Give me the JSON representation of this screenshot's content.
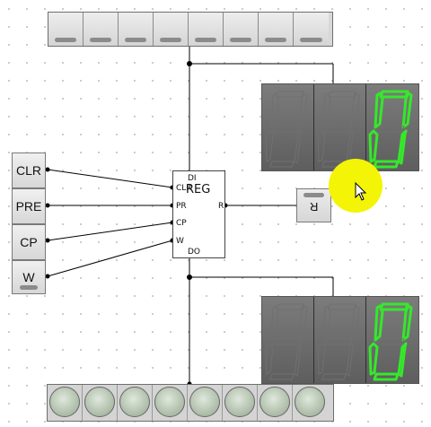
{
  "colors": {
    "canvas": "#ffffff",
    "grid_dot": "#c4c4c4",
    "wire": "#000000",
    "segment_on": "#35e82a",
    "segment_off": "#707070",
    "cursor_highlight": "#f4f407"
  },
  "top_switch_bank": {
    "count": 8,
    "state": "all off"
  },
  "inputs": {
    "clr": {
      "label": "CLR"
    },
    "pre": {
      "label": "PRE"
    },
    "cp": {
      "label": "CP"
    },
    "w": {
      "label": "W"
    }
  },
  "register": {
    "title": "REG",
    "pins": {
      "di": "DI",
      "clr": "CLR",
      "pr": "PR",
      "cp": "CP",
      "w": "W",
      "r": "R",
      "do": "DO"
    }
  },
  "read_button": {
    "label": "R"
  },
  "top_display": {
    "digits": [
      "",
      "",
      "0"
    ]
  },
  "bottom_display": {
    "digits": [
      "",
      "",
      "0"
    ]
  },
  "led_bank": {
    "count": 8,
    "state": "all off"
  },
  "cursor": {
    "icon": "arrow-cursor-icon"
  }
}
